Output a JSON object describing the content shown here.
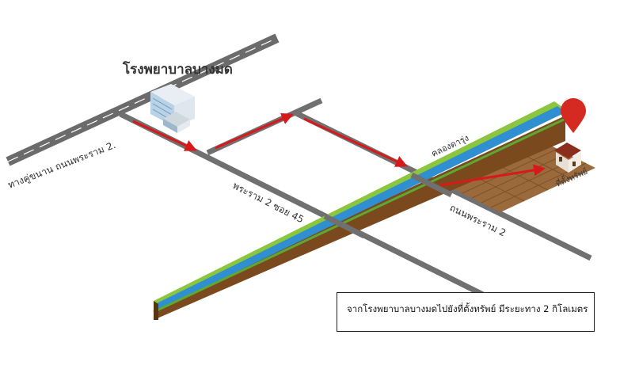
{
  "map": {
    "hospital_label": "โรงพยาบาลบางมด",
    "roads": {
      "frontage_road": "ทางคู่ขนาน ถนนพระราม 2.",
      "soi_45": "พระราม 2 ซอย 45",
      "rama2_road": "ถนนพระราม 2"
    },
    "canal_label": "คลองดารุ่ง",
    "property_label": "ที่ตั้งทรัพย์",
    "distance_note": "จากโรงพยาบาลบางมดไปยังที่ตั้งทรัพย์ มีระยะทาง 2 กิโลเมตร"
  },
  "colors": {
    "road": "#6b6b6b",
    "road_dash": "#ffffff",
    "route_arrow": "#d7191c",
    "canal_water": "#2f8fd0",
    "canal_grass": "#8cc63f",
    "canal_soil": "#7a4a1e",
    "farmland": "#9a6a3c",
    "pin": "#d42a22"
  },
  "icons": [
    "hospital-building-icon",
    "location-pin-icon",
    "house-icon"
  ]
}
